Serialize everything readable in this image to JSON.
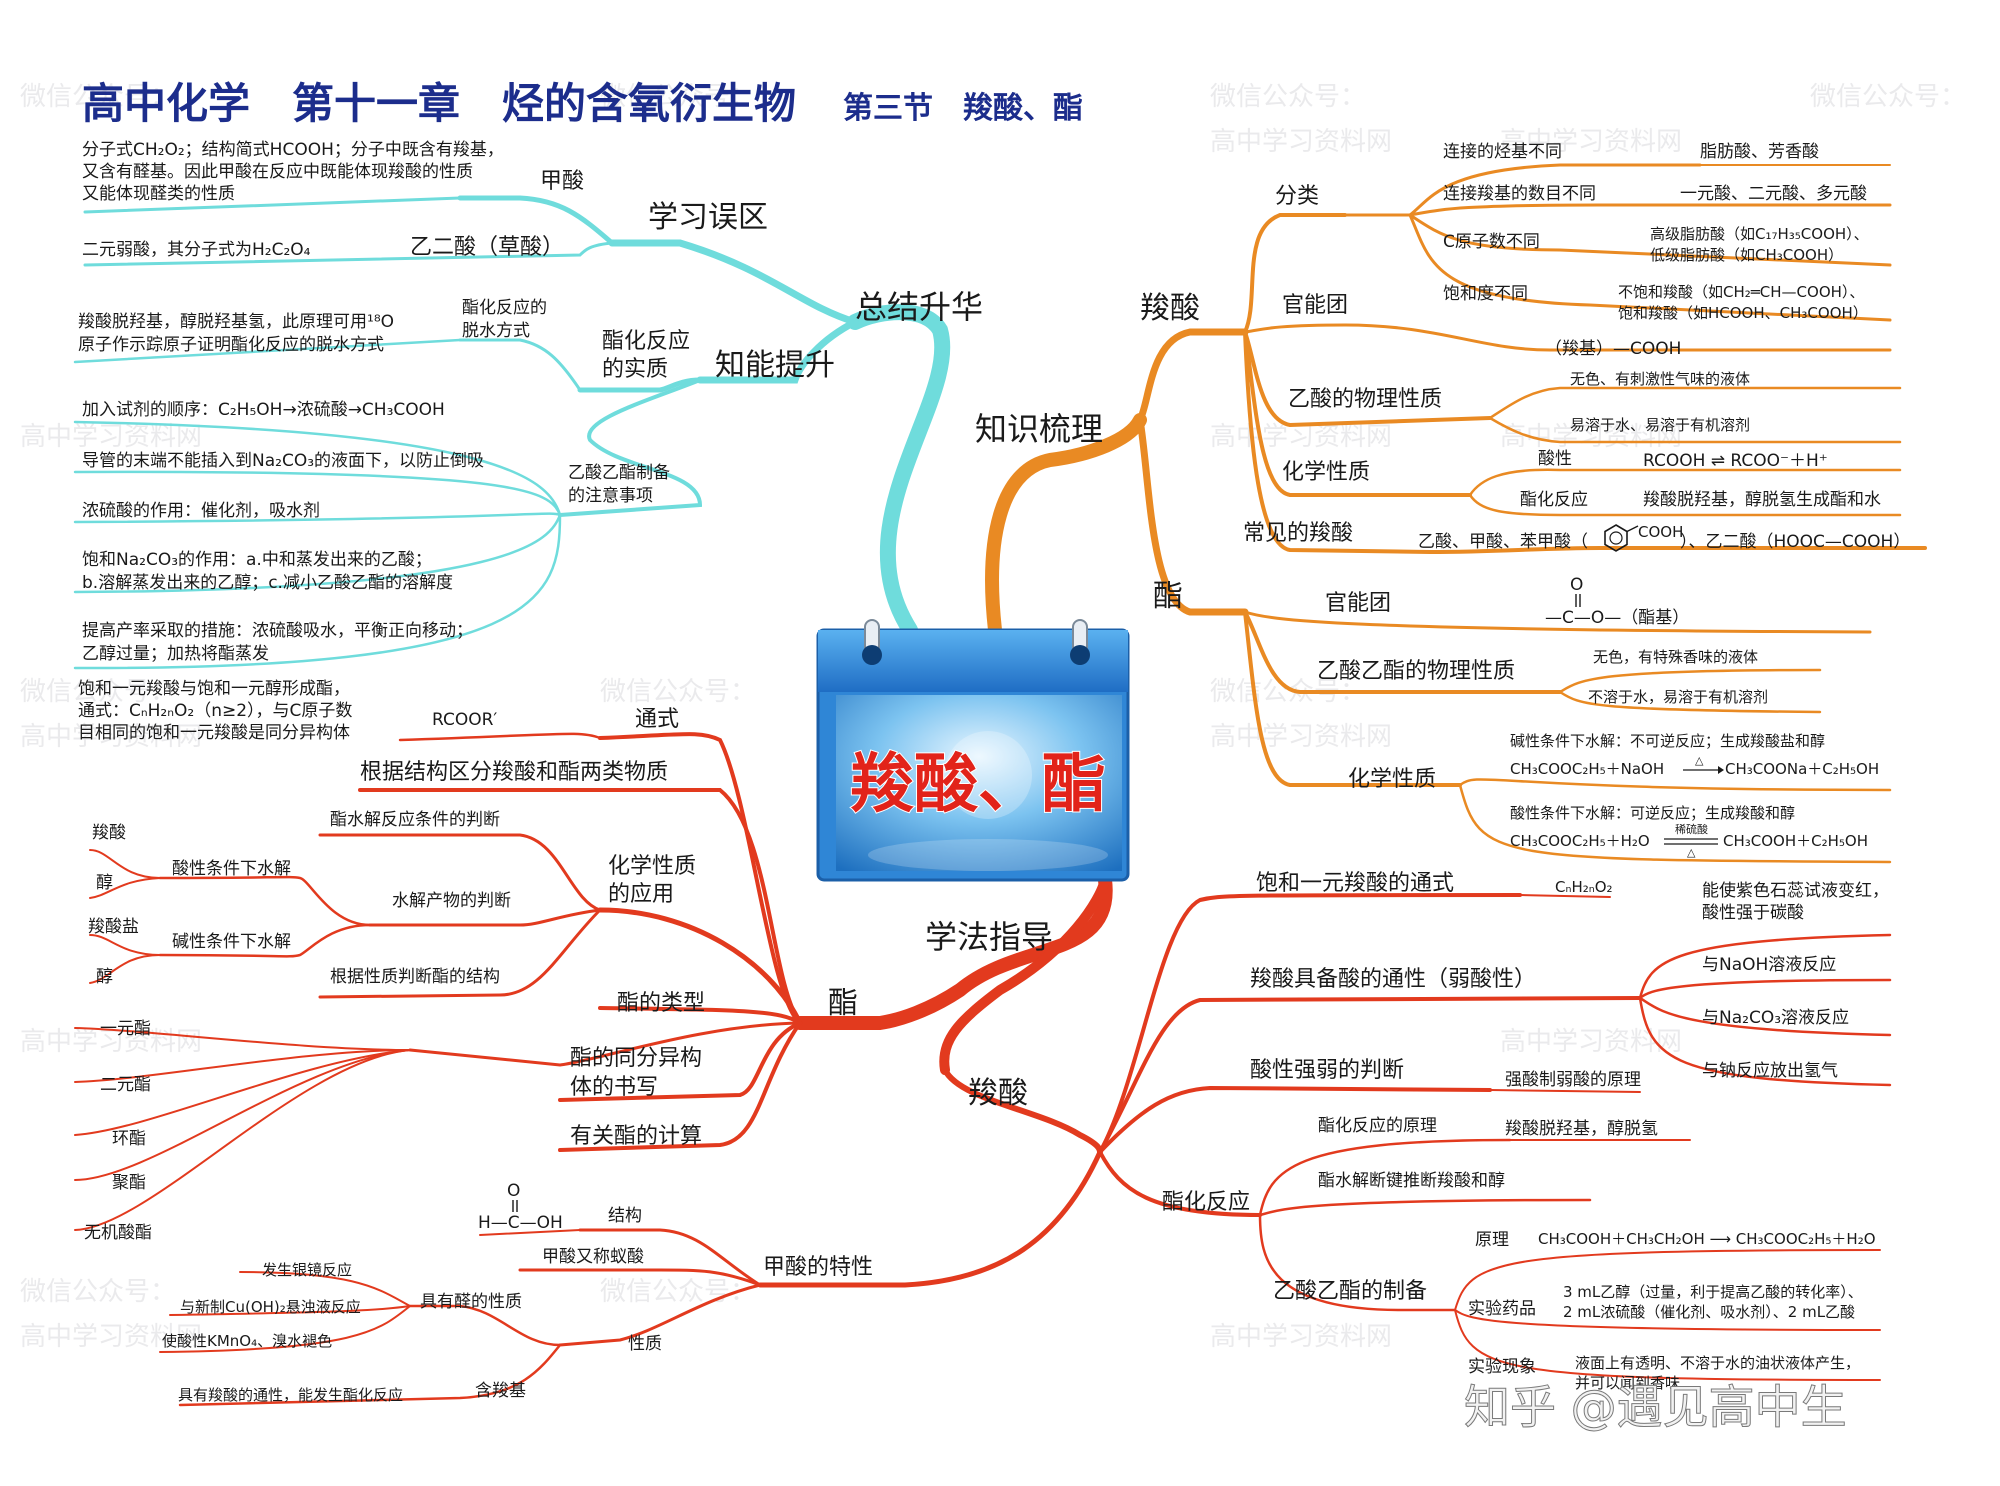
{
  "title": {
    "main": "高中化学　第十一章　烃的含氧衍生物",
    "section": "第三节　羧酸、酯"
  },
  "center_card": "羧酸、酯",
  "watermarks": [
    "微信公众号：",
    "高中学习资料网"
  ],
  "credit": "知乎 @遇见高中生",
  "branches": {
    "summary": {
      "label": "总结升华",
      "misconceptions": {
        "label": "学习误区",
        "formic": {
          "label": "甲酸",
          "note_1": "分子式CH₂O₂；结构简式HCOOH；分子中既含有羧基，",
          "note_2": "又含有醛基。因此甲酸在反应中既能体现羧酸的性质",
          "note_3": "又能体现醛类的性质"
        },
        "oxalic": {
          "label": "乙二酸（草酸）",
          "note": "二元弱酸，其分子式为H₂C₂O₄"
        }
      },
      "upgrade": {
        "label": "知能提升",
        "essence": {
          "label_1": "酯化反应",
          "label_2": "的实质",
          "dehydration": {
            "label_1": "酯化反应的",
            "label_2": "脱水方式",
            "note_1": "羧酸脱羟基，醇脱羟基氢，此原理可用¹⁸O",
            "note_2": "原子作示踪原子证明酯化反应的脱水方式"
          }
        },
        "prep": {
          "label_1": "乙酸乙酯制备",
          "label_2": "的注意事项",
          "items": [
            {
              "l1": "加入试剂的顺序：C₂H₅OH→浓硫酸→CH₃COOH",
              "l2": ""
            },
            {
              "l1": "导管的末端不能插入到Na₂CO₃的液面下，以防止倒吸",
              "l2": ""
            },
            {
              "l1": "浓硫酸的作用：催化剂，吸水剂",
              "l2": ""
            },
            {
              "l1": "饱和Na₂CO₃的作用：a.中和蒸发出来的乙酸；",
              "l2": "b.溶解蒸发出来的乙醇；c.减小乙酸乙酯的溶解度"
            },
            {
              "l1": "提高产率采取的措施：浓硫酸吸水，平衡正向移动；",
              "l2": "乙醇过量；加热将酯蒸发"
            }
          ]
        }
      }
    },
    "knowledge": {
      "label": "知识梳理",
      "acid": {
        "label": "羧酸",
        "classify": {
          "label": "分类",
          "items": [
            {
              "k": "连接的烃基不同",
              "v1": "脂肪酸、芳香酸",
              "v2": ""
            },
            {
              "k": "连接羧基的数目不同",
              "v1": "一元酸、二元酸、多元酸",
              "v2": ""
            },
            {
              "k": "C原子数不同",
              "v1": "高级脂肪酸（如C₁₇H₃₅COOH）、",
              "v2": "低级脂肪酸（如CH₃COOH）"
            },
            {
              "k": "饱和度不同",
              "v1": "不饱和羧酸（如CH₂═CH—COOH）、",
              "v2": "饱和羧酸（如HCOOH、CH₃COOH）"
            }
          ]
        },
        "group": {
          "label": "官能团",
          "value": "（羧基）—COOH"
        },
        "physical": {
          "label": "乙酸的物理性质",
          "v1": "无色、有刺激性气味的液体",
          "v2": "易溶于水、易溶于有机溶剂"
        },
        "chemical": {
          "label": "化学性质",
          "acidity": "酸性",
          "acidity_eq": "RCOOH ⇌ RCOO⁻＋H⁺",
          "ester": "酯化反应",
          "ester_note": "羧酸脱羟基，醇脱氢生成酯和水"
        },
        "common": {
          "label": "常见的羧酸",
          "value_a": "乙酸、甲酸、苯甲酸（",
          "value_cooh": "COOH",
          "value_b": "）、乙二酸（HOOC—COOH）"
        }
      },
      "ester": {
        "label": "酯",
        "group": {
          "label": "官能团",
          "o_top": "O",
          "formula": "—C—O—（酯基）"
        },
        "physical": {
          "label": "乙酸乙酯的物理性质",
          "v1": "无色，有特殊香味的液体",
          "v2": "不溶于水，易溶于有机溶剂"
        },
        "chemical": {
          "label": "化学性质",
          "basic_note": "碱性条件下水解：不可逆反应；生成羧酸盐和醇",
          "basic_eq_l": "CH₃COOC₂H₅＋NaOH",
          "basic_cond": "△",
          "basic_eq_r": "CH₃COONa＋C₂H₅OH",
          "acid_note": "酸性条件下水解：可逆反应；生成羧酸和醇",
          "acid_eq_l": "CH₃COOC₂H₅＋H₂O",
          "acid_cond_top": "稀硫酸",
          "acid_cond_bot": "△",
          "acid_eq_r": "CH₃COOH＋C₂H₅OH"
        }
      }
    },
    "method": {
      "label": "学法指导",
      "ester": {
        "label": "酯",
        "general": {
          "label": "通式",
          "value": "RCOOR′",
          "note_1": "饱和一元羧酸与饱和一元醇形成酯，",
          "note_2": "通式：CₙH₂ₙO₂（n≥2），与C原子数",
          "note_3": "目相同的饱和一元羧酸是同分异构体"
        },
        "distinguish": "根据结构区分羧酸和酯两类物质",
        "application": {
          "label_1": "化学性质",
          "label_2": "的应用",
          "condition": "酯水解反应条件的判断",
          "products": {
            "label": "水解产物的判断",
            "acidic": {
              "label": "酸性条件下水解",
              "p1": "羧酸",
              "p2": "醇"
            },
            "basic": {
              "label": "碱性条件下水解",
              "p1": "羧酸盐",
              "p2": "醇"
            }
          },
          "structure": "根据性质判断酯的结构"
        },
        "types": {
          "label": "酯的类型",
          "items": [
            "一元酯",
            "二元酯",
            "环酯",
            "聚酯",
            "无机酸酯"
          ]
        },
        "isomers": {
          "label_1": "酯的同分异构",
          "label_2": "体的书写"
        },
        "calc": "有关酯的计算"
      },
      "formic": {
        "label": "甲酸的特性",
        "structure": {
          "label": "结构",
          "o_top": "O",
          "formula": "H—C—OH"
        },
        "alias": "甲酸又称蚁酸",
        "property": {
          "label": "性质",
          "aldehyde": {
            "label": "具有醛的性质",
            "items": [
              "发生银镜反应",
              "与新制Cu(OH)₂悬浊液反应",
              "使酸性KMnO₄、溴水褪色"
            ]
          },
          "carboxyl": {
            "label": "含羧基",
            "note": "具有羧酸的通性，能发生酯化反应"
          }
        }
      },
      "acid": {
        "label": "羧酸",
        "general": {
          "label": "饱和一元羧酸的通式",
          "value": "CₙH₂ₙO₂"
        },
        "acidity": {
          "label": "羧酸具备酸的通性（弱酸性）",
          "items": [
            "能使紫色石蕊试液变红，",
            "酸性强于碳酸",
            "与NaOH溶液反应",
            "与Na₂CO₃溶液反应",
            "与钠反应放出氢气"
          ]
        },
        "strength": {
          "label": "酸性强弱的判断",
          "value": "强酸制弱酸的原理"
        },
        "esterify": {
          "label": "酯化反应",
          "principle": {
            "label": "酯化反应的原理",
            "value": "羧酸脱羟基，醇脱氢"
          },
          "hydrolysis": "酯水解断键推断羧酸和醇",
          "prep": {
            "label": "乙酸乙酯的制备",
            "principle": {
              "label": "原理",
              "value": "CH₃COOH＋CH₃CH₂OH ⟶ CH₃COOC₂H₅＋H₂O"
            },
            "reagents": {
              "label": "实验药品",
              "v1": "3 mL乙醇（过量，利于提高乙酸的转化率）、",
              "v2": "2 mL浓硫酸（催化剂、吸水剂）、2 mL乙酸"
            },
            "phenomenon": {
              "label": "实验现象",
              "v1": "液面上有透明、不溶于水的油状液体产生，",
              "v2": "并可以闻到香味"
            }
          }
        }
      }
    }
  },
  "colors": {
    "title": "#1c2d8c",
    "summary": "#6fdcdc",
    "knowledge": "#e98a23",
    "method": "#e23a1e",
    "card": "#2f86d6"
  }
}
